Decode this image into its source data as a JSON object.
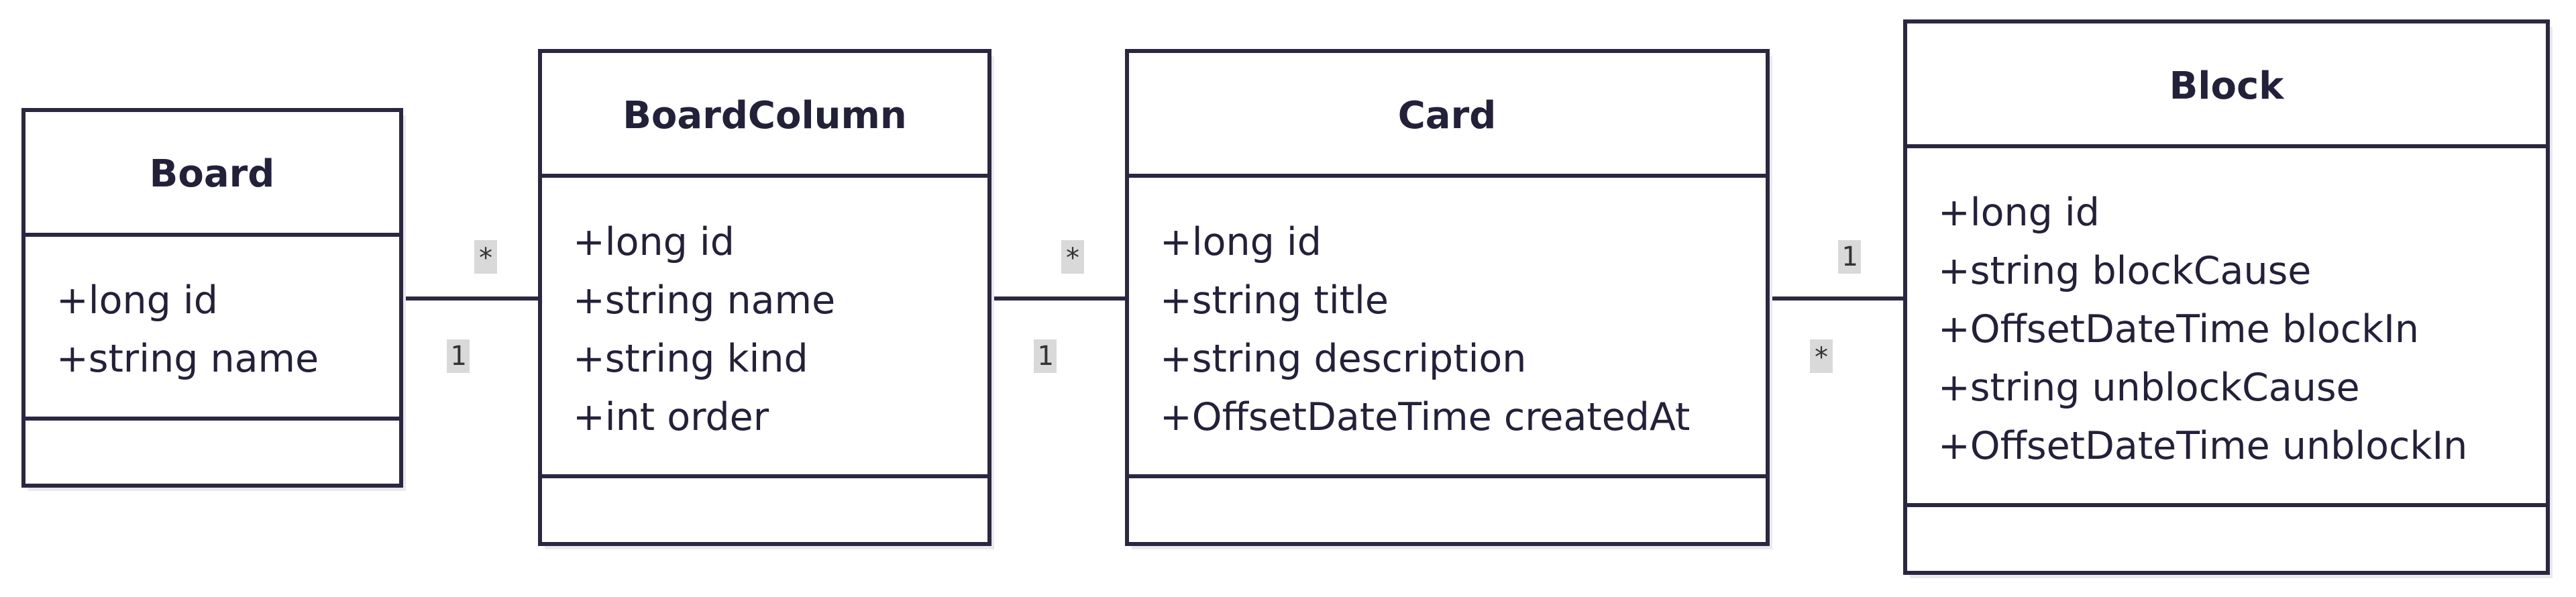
{
  "classes": {
    "board": {
      "name": "Board",
      "attributes": [
        "+long id",
        "+string name"
      ]
    },
    "board_column": {
      "name": "BoardColumn",
      "attributes": [
        "+long id",
        "+string name",
        "+string kind",
        "+int order"
      ]
    },
    "card": {
      "name": "Card",
      "attributes": [
        "+long id",
        "+string title",
        "+string description",
        "+OffsetDateTime createdAt"
      ]
    },
    "block": {
      "name": "Block",
      "attributes": [
        "+long id",
        "+string blockCause",
        "+OffsetDateTime blockIn",
        "+string unblockCause",
        "+OffsetDateTime unblockIn"
      ]
    }
  },
  "relations": [
    {
      "from": "Board",
      "to": "BoardColumn",
      "from_multiplicity": "1",
      "to_multiplicity": "*"
    },
    {
      "from": "BoardColumn",
      "to": "Card",
      "from_multiplicity": "1",
      "to_multiplicity": "*"
    },
    {
      "from": "Card",
      "to": "Block",
      "from_multiplicity": "*",
      "to_multiplicity": "1"
    }
  ],
  "colors": {
    "stroke": "#2a2840",
    "text": "#23213a",
    "multiplicity_bg": "#d9d9d9"
  }
}
